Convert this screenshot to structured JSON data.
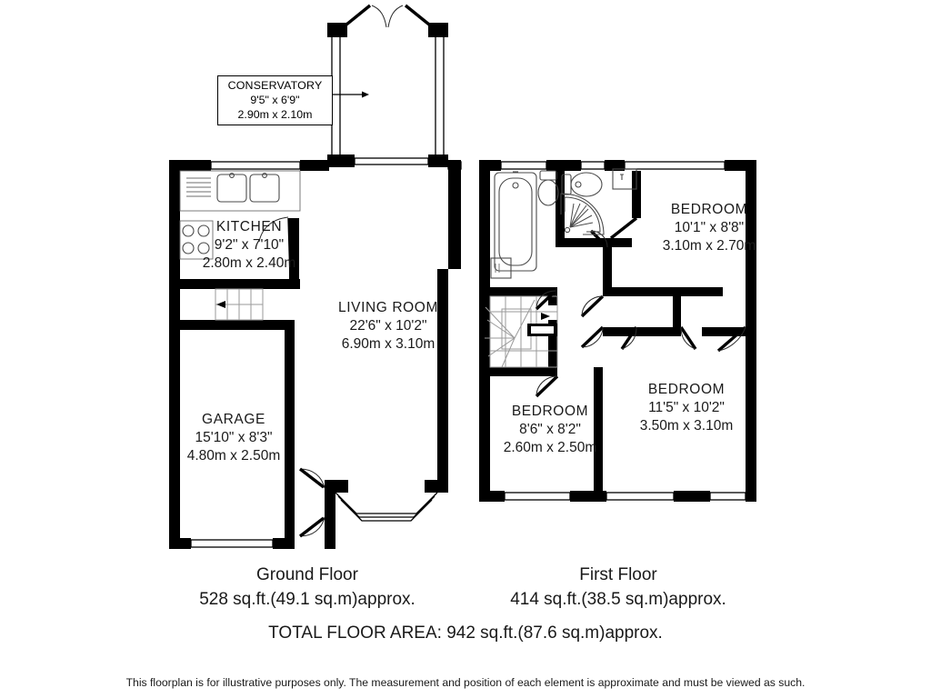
{
  "document": {
    "type": "floorplan",
    "disclaimer": "This floorplan is for illustrative purposes only. The measurement and position of each element is approximate and must be viewed as such.",
    "total_area_label": "TOTAL FLOOR AREA: 942 sq.ft.(87.6 sq.m)approx."
  },
  "floors": [
    {
      "id": "ground",
      "title": "Ground Floor",
      "area": "528 sq.ft.(49.1 sq.m)approx.",
      "rooms": [
        {
          "id": "conservatory",
          "name": "CONSERVATORY",
          "imperial": "9'5\" x 6'9\"",
          "metric": "2.90m x 2.10m",
          "callout": true
        },
        {
          "id": "kitchen",
          "name": "KITCHEN",
          "imperial": "9'2\" x 7'10\"",
          "metric": "2.80m x 2.40m"
        },
        {
          "id": "living-room",
          "name": "LIVING ROOM",
          "imperial": "22'6\" x 10'2\"",
          "metric": "6.90m x 3.10m"
        },
        {
          "id": "garage",
          "name": "GARAGE",
          "imperial": "15'10\" x 8'3\"",
          "metric": "4.80m x 2.50m"
        }
      ]
    },
    {
      "id": "first",
      "title": "First Floor",
      "area": "414 sq.ft.(38.5 sq.m)approx.",
      "rooms": [
        {
          "id": "bedroom-1",
          "name": "BEDROOM",
          "imperial": "10'1\" x 8'8\"",
          "metric": "3.10m x 2.70m"
        },
        {
          "id": "bedroom-2",
          "name": "BEDROOM",
          "imperial": "11'5\" x 10'2\"",
          "metric": "3.50m x 3.10m"
        },
        {
          "id": "bedroom-3",
          "name": "BEDROOM",
          "imperial": "8'6\" x 8'2\"",
          "metric": "2.60m x 2.50m"
        }
      ]
    }
  ],
  "fixtures": {
    "kitchen": [
      "sink-double-fixture",
      "drainer-fixture",
      "hob-fixture"
    ],
    "bathroom": [
      "bathtub-fixture",
      "toilet-fixture",
      "radiator-fixture"
    ],
    "wc": [
      "toilet-fixture",
      "shower-quadrant-fixture",
      "washbasin-fixture",
      "washbasin-fixture"
    ]
  },
  "colors": {
    "wall": "#000000",
    "fixture_line": "#555555",
    "background": "#ffffff",
    "text": "#1a1a1a"
  }
}
